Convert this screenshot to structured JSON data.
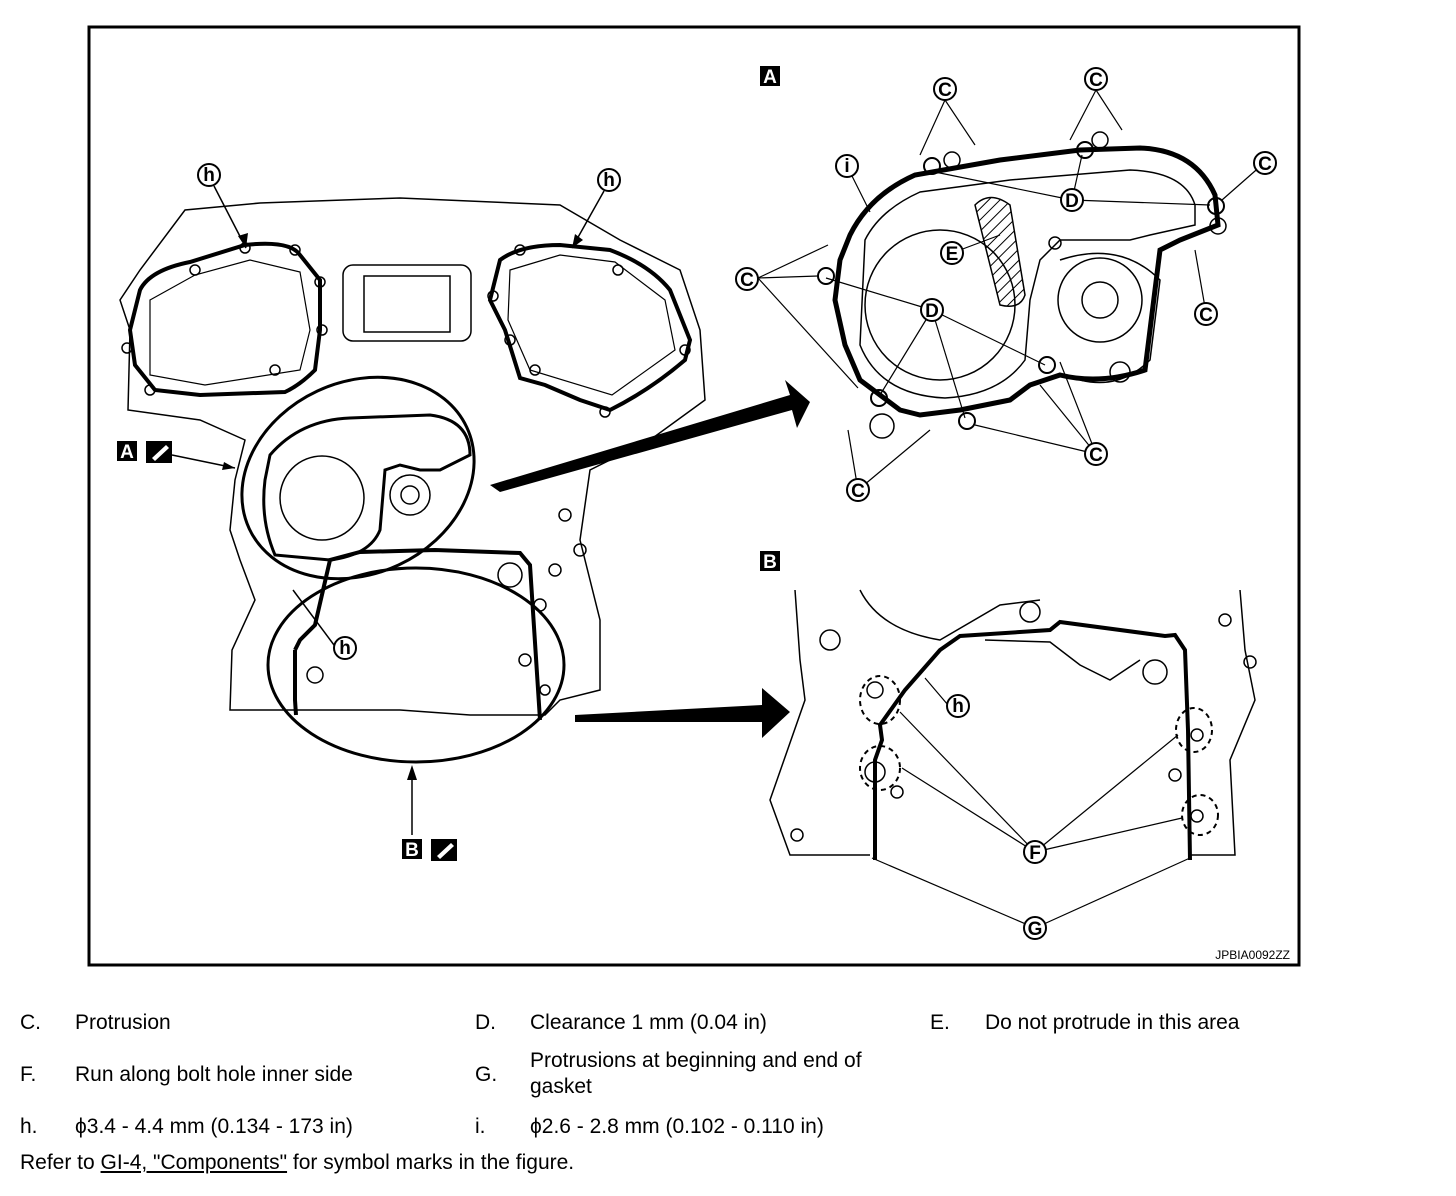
{
  "figure": {
    "code": "JPBIA0092ZZ",
    "section_labels": {
      "A": "A",
      "B": "B"
    },
    "callouts": {
      "C": "C",
      "D": "D",
      "E": "E",
      "F": "F",
      "G": "G",
      "h": "h",
      "i": "i"
    }
  },
  "legend": [
    {
      "key": "C.",
      "text": "Protrusion"
    },
    {
      "key": "D.",
      "text": "Clearance 1 mm (0.04 in)"
    },
    {
      "key": "E.",
      "text": "Do not protrude in this area"
    },
    {
      "key": "F.",
      "text": "Run along bolt hole inner side"
    },
    {
      "key": "G.",
      "text": "Protrusions at beginning and end of gasket"
    },
    {
      "key": "h.",
      "text": "ϕ3.4 - 4.4 mm (0.134 - 173 in)"
    },
    {
      "key": "i.",
      "text": "ϕ2.6 - 2.8 mm (0.102 - 0.110 in)"
    }
  ],
  "note": {
    "prefix": "Refer to ",
    "link": "GI-4, \"Components\"",
    "suffix": " for symbol marks in the figure."
  }
}
